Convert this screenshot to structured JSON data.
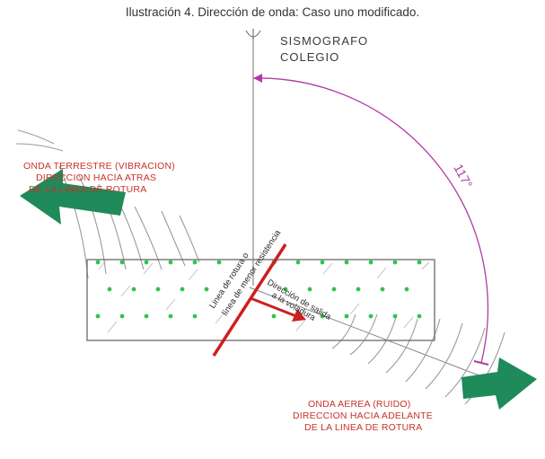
{
  "caption": "Ilustración 4. Dirección de onda: Caso uno modificado.",
  "seismograph": {
    "line1": "SISMOGRAFO",
    "line2": "COLEGIO"
  },
  "angle_label": "117°",
  "ground_wave": {
    "line1": "ONDA TERRESTRE (VIBRACION)",
    "line2": "DIRECCION HACIA ATRAS",
    "line3": "DE LA LINEA DE ROTURA"
  },
  "air_wave": {
    "line1": "ONDA AEREA (RUIDO)",
    "line2": "DIRECCION HACIA ADELANTE",
    "line3": "DE LA LINEA DE ROTURA"
  },
  "break_line": {
    "line1": "Linea de rotura o",
    "line2": "línea de menor resistencia"
  },
  "exit_direction": {
    "line1": "Dirección de salida",
    "line2": "a la voladura"
  },
  "colors": {
    "wave_arrow": "#1f8a5a",
    "break_line": "#cc1f1f",
    "label_red": "#c8322a",
    "angle_arc": "#b13aa4",
    "blast_holes": "#2fc64a",
    "wavefronts": "#9a9a9a"
  }
}
